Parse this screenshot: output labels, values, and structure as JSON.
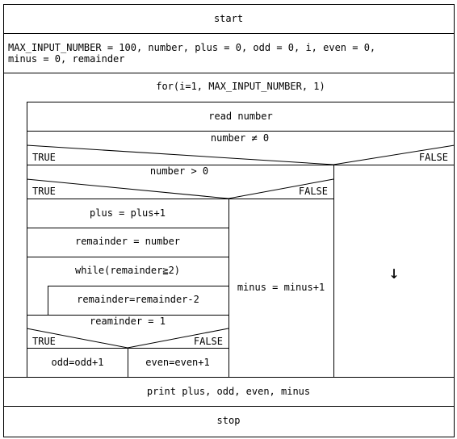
{
  "diagram": {
    "start": "start",
    "declaration_line1": "MAX_INPUT_NUMBER = 100, number, plus = 0, odd = 0, i, even = 0,",
    "declaration_line2": "minus = 0, remainder",
    "for_loop": "for(i=1, MAX_INPUT_NUMBER, 1)",
    "read": "read number",
    "cond_nonzero": "number ≠ 0",
    "true_label": "TRUE",
    "false_label": "FALSE",
    "cond_positive": "number > 0",
    "plus_stmt": "plus = plus+1",
    "remainder_assign": "remainder = number",
    "while_loop": "while(remainder≧2)",
    "remainder_update": "remainder=remainder-2",
    "cond_remainder": "reaminder = 1",
    "odd_stmt": "odd=odd+1",
    "even_stmt": "even=even+1",
    "minus_stmt": "minus = minus+1",
    "empty_arrow": "↓",
    "print_stmt": "print plus, odd, even, minus",
    "stop": "stop"
  }
}
